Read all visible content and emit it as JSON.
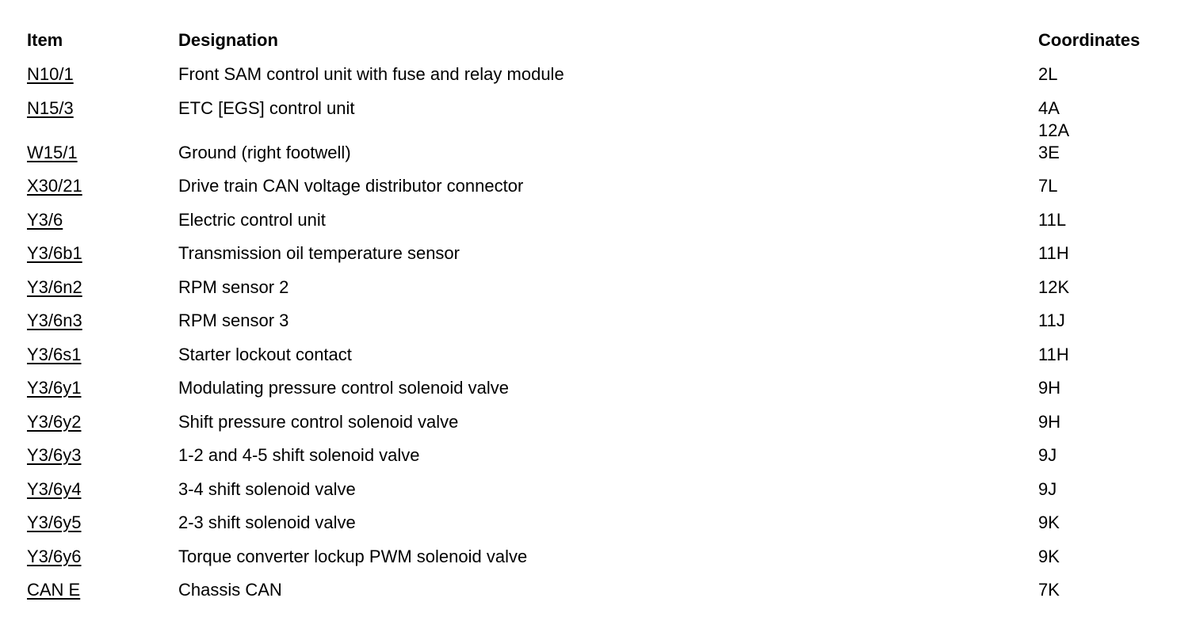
{
  "headers": {
    "item": "Item",
    "designation": "Designation",
    "coordinates": "Coordinates"
  },
  "rows": [
    {
      "item": "N10/1",
      "designation": "Front SAM control unit with fuse and relay module",
      "coordinates": [
        "2L"
      ]
    },
    {
      "item": "N15/3",
      "designation": "ETC [EGS] control unit",
      "coordinates": [
        "4A",
        "12A"
      ]
    },
    {
      "item": "W15/1",
      "designation": "Ground (right footwell)",
      "coordinates": [
        "3E"
      ]
    },
    {
      "item": "X30/21",
      "designation": "Drive train CAN voltage distributor connector",
      "coordinates": [
        "7L"
      ]
    },
    {
      "item": "Y3/6",
      "designation": "Electric control unit",
      "coordinates": [
        "11L"
      ]
    },
    {
      "item": "Y3/6b1",
      "designation": "Transmission oil temperature sensor",
      "coordinates": [
        "11H"
      ]
    },
    {
      "item": "Y3/6n2",
      "designation": "RPM sensor 2",
      "coordinates": [
        "12K"
      ]
    },
    {
      "item": "Y3/6n3",
      "designation": "RPM sensor 3",
      "coordinates": [
        "11J"
      ]
    },
    {
      "item": "Y3/6s1",
      "designation": "Starter lockout contact",
      "coordinates": [
        "11H"
      ]
    },
    {
      "item": "Y3/6y1",
      "designation": "Modulating pressure control solenoid valve",
      "coordinates": [
        "9H"
      ]
    },
    {
      "item": "Y3/6y2",
      "designation": "Shift pressure control solenoid valve",
      "coordinates": [
        "9H"
      ]
    },
    {
      "item": "Y3/6y3",
      "designation": "1-2 and 4-5 shift solenoid valve",
      "coordinates": [
        "9J"
      ]
    },
    {
      "item": "Y3/6y4",
      "designation": "3-4 shift solenoid valve",
      "coordinates": [
        "9J"
      ]
    },
    {
      "item": "Y3/6y5",
      "designation": "2-3 shift solenoid valve",
      "coordinates": [
        "9K"
      ]
    },
    {
      "item": "Y3/6y6",
      "designation": "Torque converter lockup PWM solenoid valve",
      "coordinates": [
        "9K"
      ]
    },
    {
      "item": "CAN E",
      "designation": "Chassis CAN",
      "coordinates": [
        "7K"
      ]
    }
  ]
}
